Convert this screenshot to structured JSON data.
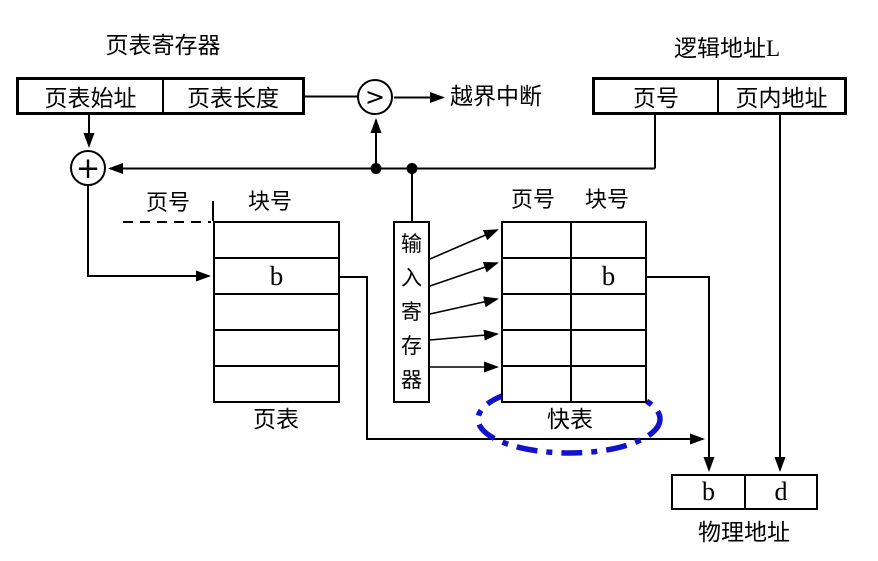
{
  "colors": {
    "highlight": "#1212cc",
    "line": "#000000"
  },
  "page_table_register": {
    "title": "页表寄存器",
    "cells": [
      "页表始址",
      "页表长度"
    ]
  },
  "logical_address": {
    "title": "逻辑地址L",
    "cells": [
      "页号",
      "页内地址"
    ]
  },
  "comparator": {
    "symbol": ">",
    "interrupt_label": "越界中断"
  },
  "adder": {
    "symbol": "+"
  },
  "page_table": {
    "column_headers": [
      "页号",
      "块号"
    ],
    "rows": [
      "",
      "b",
      "",
      "",
      ""
    ],
    "caption": "页表"
  },
  "input_register": {
    "label": "输入寄存器"
  },
  "tlb": {
    "column_headers": [
      "页号",
      "块号"
    ],
    "rows": [
      [
        "",
        ""
      ],
      [
        "",
        "b"
      ],
      [
        "",
        ""
      ],
      [
        "",
        ""
      ],
      [
        "",
        ""
      ]
    ],
    "caption": "快表"
  },
  "physical_address": {
    "cells": [
      "b",
      "d"
    ],
    "caption": "物理地址"
  }
}
